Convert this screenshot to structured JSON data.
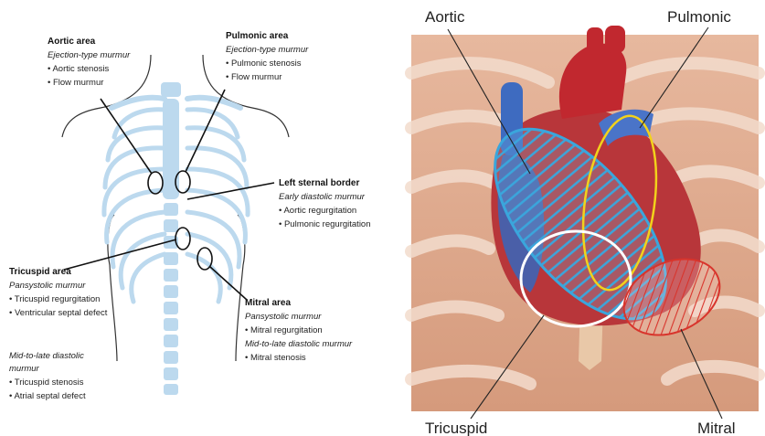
{
  "left": {
    "areas": [
      {
        "id": "aortic",
        "title": "Aortic area",
        "subtitle": "Ejection-type murmur",
        "items": [
          "Aortic stenosis",
          "Flow murmur"
        ]
      },
      {
        "id": "pulmonic",
        "title": "Pulmonic area",
        "subtitle": "Ejection-type murmur",
        "items": [
          "Pulmonic stenosis",
          "Flow murmur"
        ]
      },
      {
        "id": "lsb",
        "title": "Left sternal border",
        "subtitle": "Early diastolic murmur",
        "items": [
          "Aortic regurgitation",
          "Pulmonic regurgitation"
        ]
      },
      {
        "id": "tricuspid",
        "title": "Tricuspid area",
        "subtitle": "Pansystolic murmur",
        "items": [
          "Tricuspid regurgitation",
          "Ventricular septal defect"
        ],
        "subtitle2": "Mid-to-late diastolic",
        "subtitle2b": "murmur",
        "items2": [
          "Tricuspid stenosis",
          "Atrial septal defect"
        ]
      },
      {
        "id": "mitral",
        "title": "Mitral area",
        "subtitle": "Pansystolic murmur",
        "items": [
          "Mitral regurgitation"
        ],
        "subtitle2": "Mid-to-late diastolic murmur",
        "items2": [
          "Mitral stenosis"
        ]
      }
    ],
    "bullet": "•"
  },
  "right": {
    "labels": {
      "aortic": "Aortic",
      "pulmonic": "Pulmonic",
      "tricuspid": "Tricuspid",
      "mitral": "Mitral"
    }
  },
  "colors": {
    "blue_outline": "#3aa6dc",
    "yellow_outline": "#f2d21b",
    "white_outline": "#ffffff",
    "red_hatch": "#d8342c",
    "bone": "#bcd9ee"
  }
}
